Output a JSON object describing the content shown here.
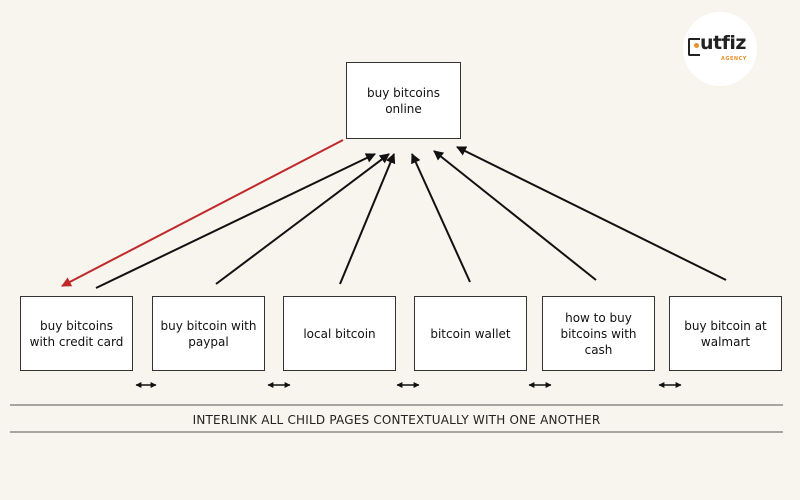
{
  "parent": {
    "label": "buy bitcoins online"
  },
  "children": [
    {
      "label": "buy bitcoins with credit card"
    },
    {
      "label": "buy bitcoin with paypal"
    },
    {
      "label": "local bitcoin"
    },
    {
      "label": "bitcoin wallet"
    },
    {
      "label": "how to buy bitcoins with cash"
    },
    {
      "label": "buy bitcoin at walmart"
    }
  ],
  "footer": {
    "text": "INTERLINK ALL CHILD PAGES CONTEXTUALLY WITH ONE ANOTHER"
  },
  "logo": {
    "wordmark": "utfiz",
    "subtext": "AGENCY"
  },
  "colors": {
    "background": "#f8f5ee",
    "arrow": "#111111",
    "downlink_arrow": "#c0282a",
    "logo_accent": "#e8912d"
  },
  "icons": {
    "child_link": "double-headed-arrow-icon",
    "logo": "outfiz-logo-icon"
  }
}
